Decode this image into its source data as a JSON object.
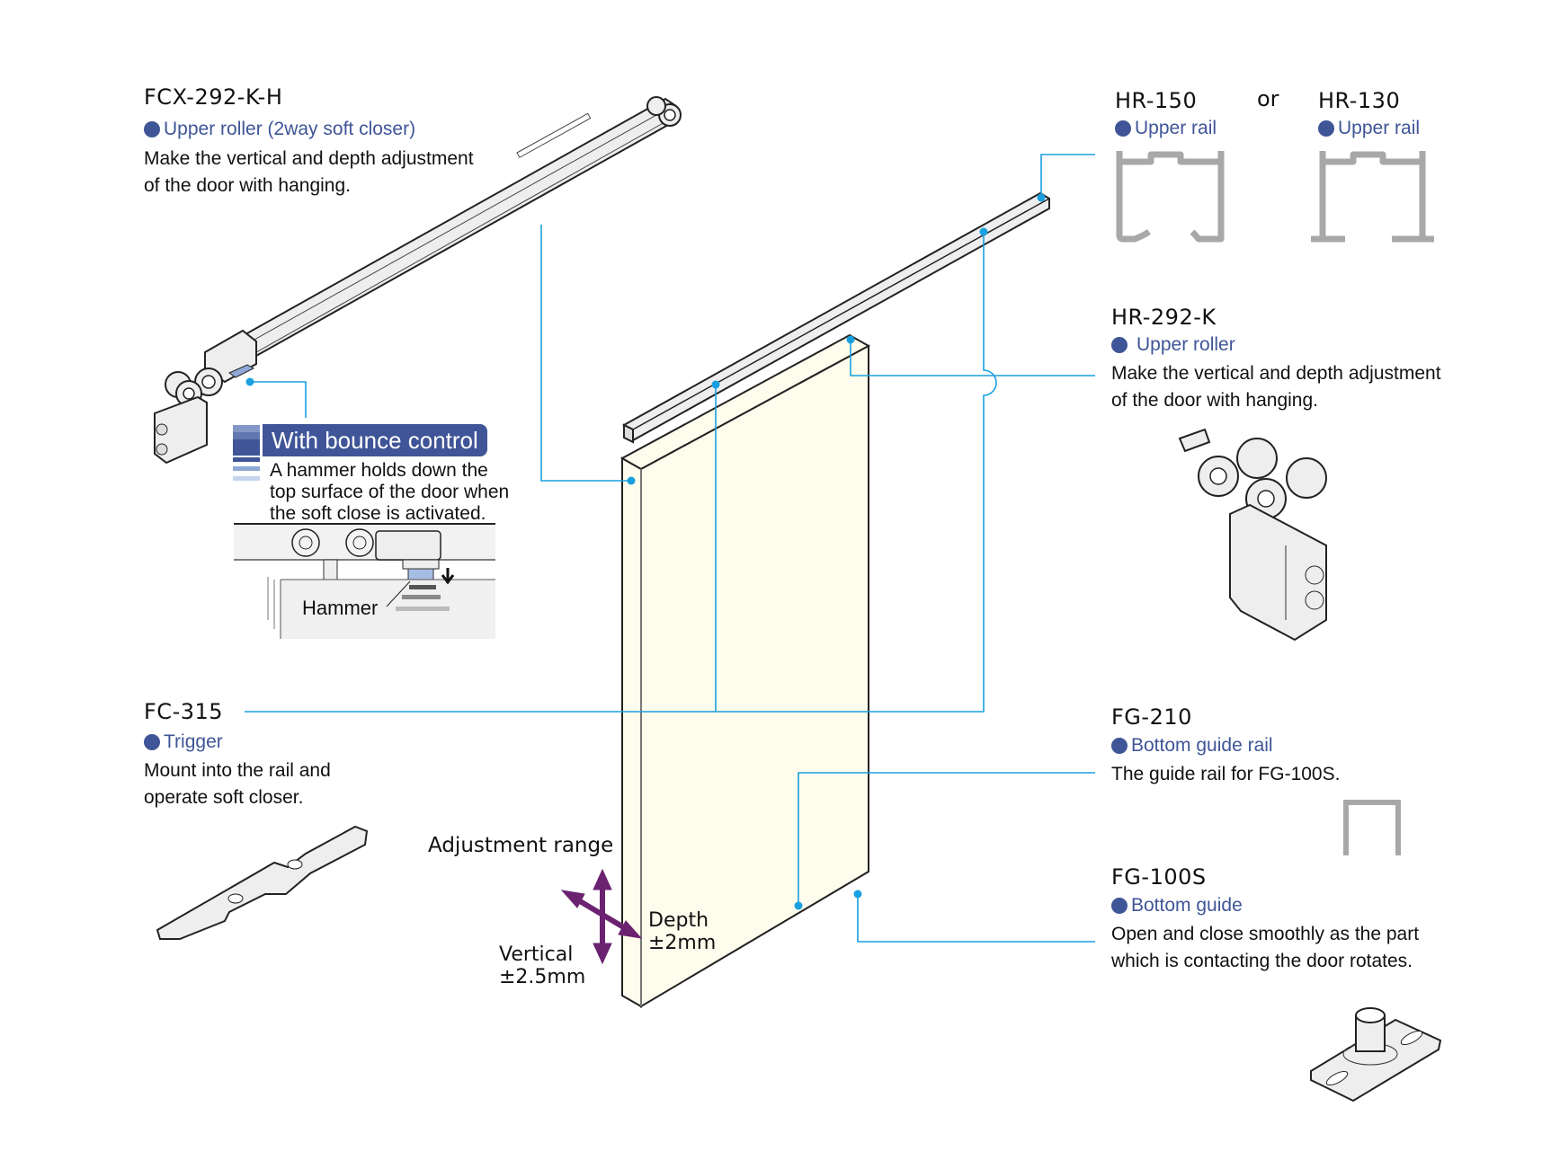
{
  "colors": {
    "accent_blue": "#3f5597",
    "leader_line": "#1aa0e0",
    "door_fill": "#fefcec",
    "rail_gray": "#a8a8a8",
    "arrow_purple": "#6b2270"
  },
  "parts": {
    "fcx": {
      "code": "FCX-292-K-H",
      "category": "Upper roller (2way soft closer)",
      "desc_lines": [
        "Make the vertical and depth adjustment",
        "of the door with hanging."
      ]
    },
    "bounce": {
      "title": "With bounce control",
      "lines": [
        "A hammer holds down the",
        "top surface of the door when",
        "the soft close is activated."
      ],
      "hammer_label": "Hammer"
    },
    "fc315": {
      "code": "FC-315",
      "category": "Trigger",
      "desc_lines": [
        "Mount into the rail and",
        "operate soft closer."
      ]
    },
    "hr150": {
      "code": "HR-150",
      "category": "Upper rail"
    },
    "or_label": "or",
    "hr130": {
      "code": "HR-130",
      "category": "Upper rail"
    },
    "hr292": {
      "code": "HR-292-K",
      "category": "Upper roller",
      "desc_lines": [
        "Make the vertical and depth adjustment",
        "of the door with hanging."
      ]
    },
    "fg210": {
      "code": "FG-210",
      "category": "Bottom guide rail",
      "desc_lines": [
        "The guide rail for FG-100S."
      ]
    },
    "fg100s": {
      "code": "FG-100S",
      "category": "Bottom guide",
      "desc_lines": [
        "Open and close smoothly as the part",
        "which is contacting the door rotates."
      ]
    }
  },
  "adjustment": {
    "title": "Adjustment range",
    "depth_label": "Depth",
    "depth_value": "±2mm",
    "vertical_label": "Vertical",
    "vertical_value": "±2.5mm"
  }
}
